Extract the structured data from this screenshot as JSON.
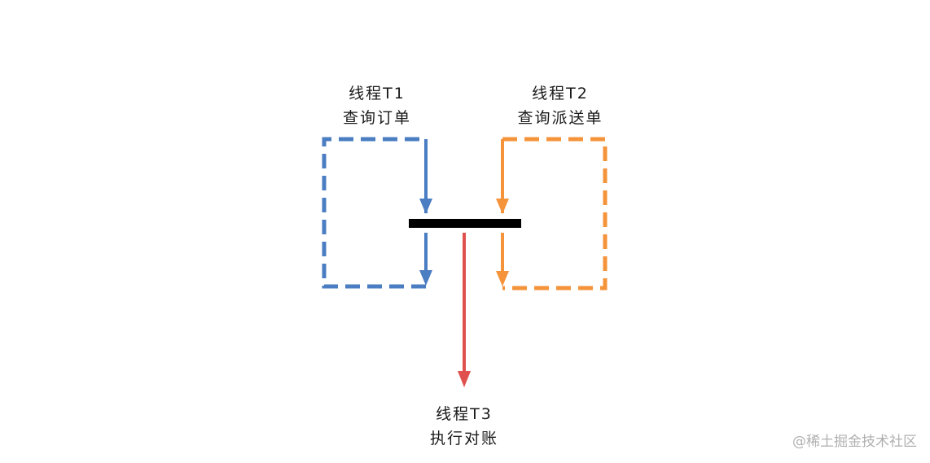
{
  "threads": [
    {
      "id": "t1",
      "name": "线程T1",
      "task": "查询订单",
      "color": "#4a7dc2"
    },
    {
      "id": "t2",
      "name": "线程T2",
      "task": "查询派送单",
      "color": "#f5933a"
    },
    {
      "id": "t3",
      "name": "线程T3",
      "task": "执行对账",
      "color": "#e0504e"
    }
  ],
  "barrier_color": "#000000",
  "watermark": "@稀土掘金技术社区"
}
